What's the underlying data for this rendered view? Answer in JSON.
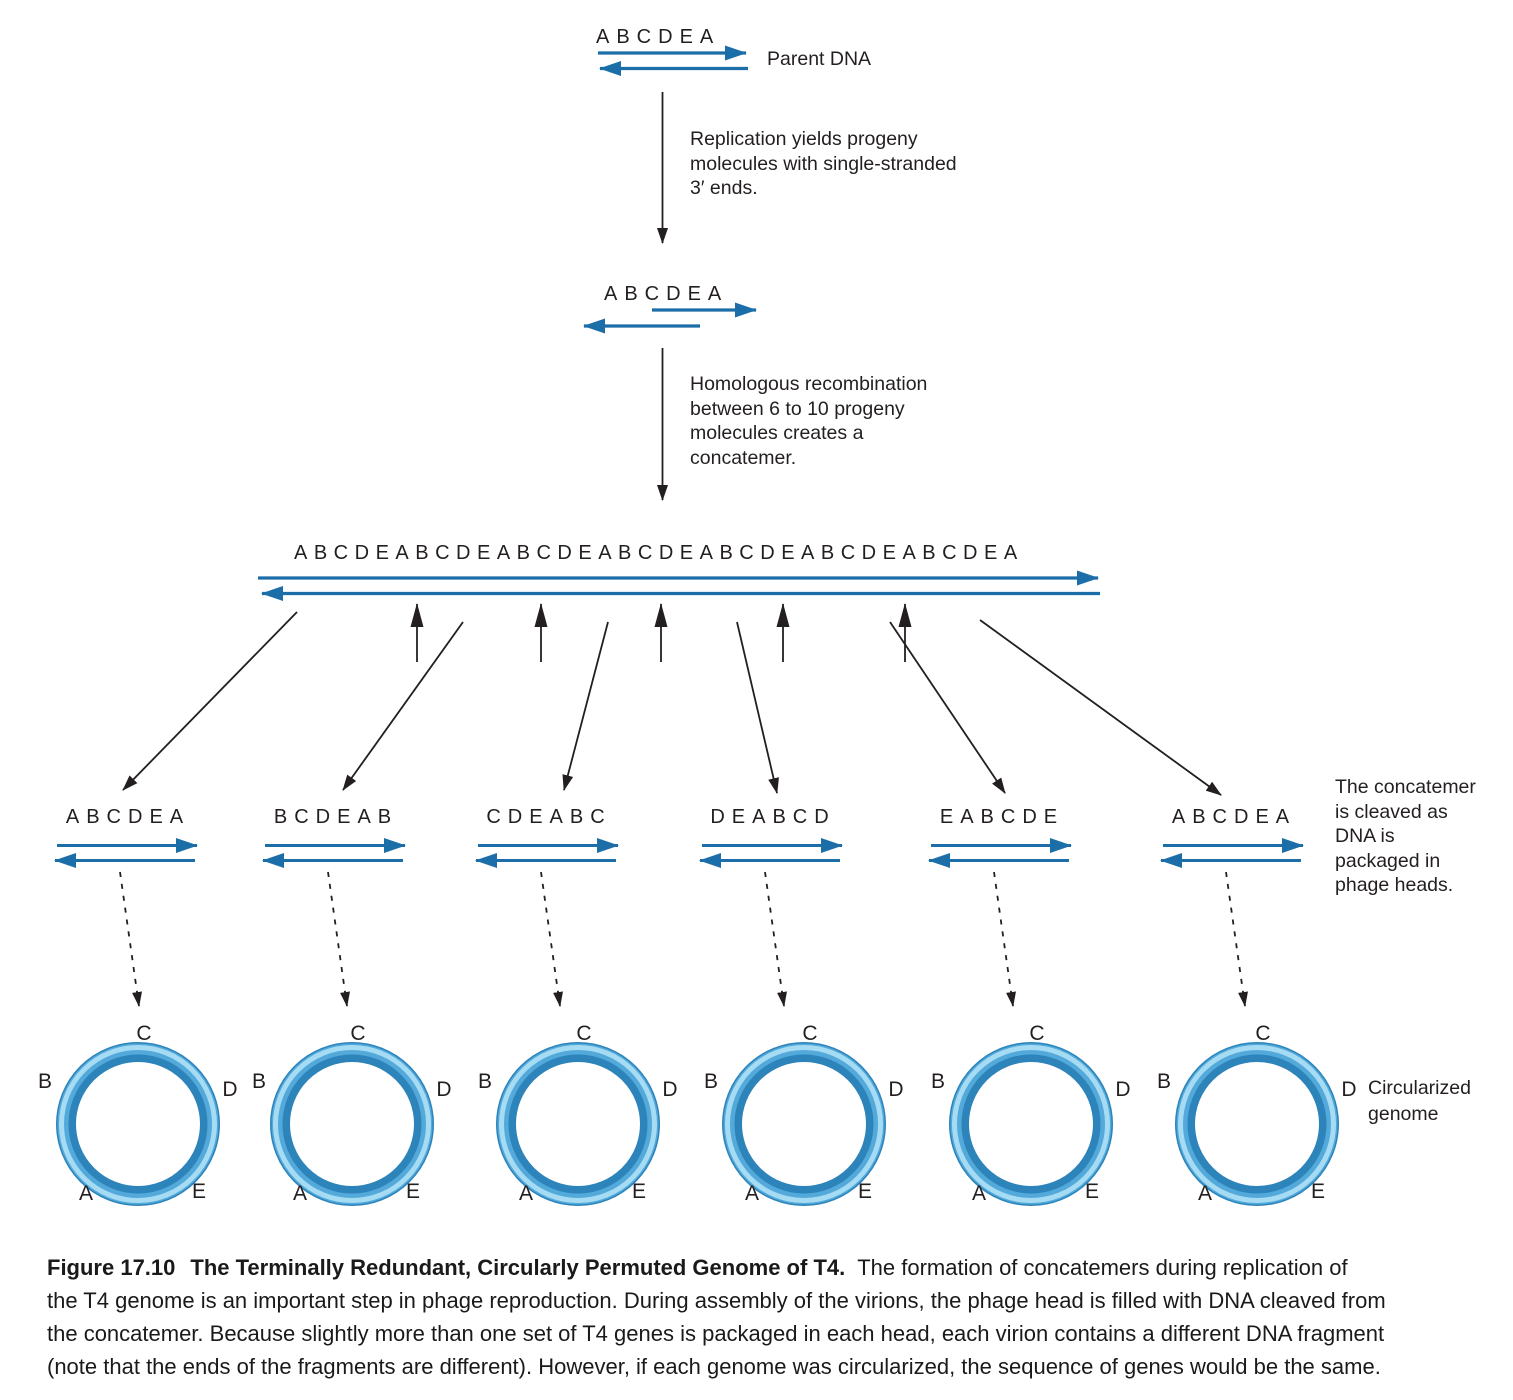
{
  "colors": {
    "strand_blue": "#1C6EA8",
    "ink_black": "#231F20",
    "ring_base": "#2C84BB",
    "ring_mid": "#52A9DA",
    "ring_highlight": "#A6DBF4"
  },
  "parent": {
    "sequence": "ABCDEA",
    "label": "Parent DNA"
  },
  "step1_lines": {
    "0": "Replication yields progeny",
    "1": "molecules with single-stranded",
    "2": "3′ ends."
  },
  "progeny": {
    "sequence": "ABCDEA"
  },
  "step2_lines": {
    "0": "Homologous recombination",
    "1": "between 6 to 10 progeny",
    "2": "molecules creates a",
    "3": "concatemer."
  },
  "concatemer": {
    "sequence": "ABCDEABCDEABCDEABCDEABCDEABCDEABCDEA"
  },
  "fragments": {
    "0": "ABCDEA",
    "1": "BCDEAB",
    "2": "CDEABC",
    "3": "DEABCD",
    "4": "EABCDE",
    "5": "ABCDEA"
  },
  "cleave_note_lines": {
    "0": "The concatemer",
    "1": "is cleaved as",
    "2": "DNA is",
    "3": "packaged in",
    "4": "phage heads."
  },
  "circle_letters": {
    "top": "C",
    "left": "B",
    "right": "D",
    "bottom_left": "A",
    "bottom_right": "E"
  },
  "circularized_label_lines": {
    "0": "Circularized",
    "1": "genome"
  },
  "caption": {
    "label": "Figure 17.10",
    "title": "The Terminally Redundant, Circularly Permuted Genome of T4.",
    "line1_rest": "The formation of concatemers during replication of",
    "line2": "the T4 genome is an important step in phage reproduction. During assembly of the virions, the phage head is filled with DNA cleaved from",
    "line3": "the concatemer. Because slightly more than one set of T4 genes is packaged in each head, each virion contains a different DNA fragment",
    "line4": "(note that the ends of the fragments are different). However, if each genome was circularized, the sequence of genes would be the same."
  }
}
